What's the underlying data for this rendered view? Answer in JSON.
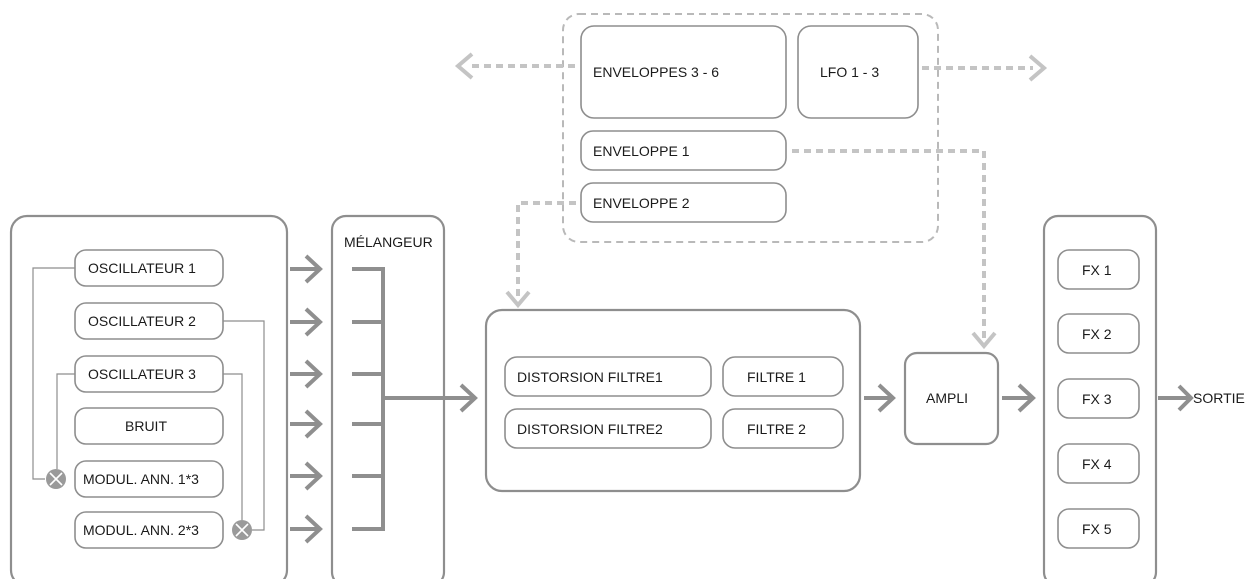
{
  "modules": {
    "envelopes_3_6": "ENVELOPPES 3 - 6",
    "lfo_1_3": "LFO 1 - 3",
    "envelope_1": "ENVELOPPE 1",
    "envelope_2": "ENVELOPPE 2"
  },
  "sources": {
    "osc1": "OSCILLATEUR 1",
    "osc2": "OSCILLATEUR 2",
    "osc3": "OSCILLATEUR 3",
    "noise": "BRUIT",
    "ringmod1": "MODUL. ANN. 1*3",
    "ringmod2": "MODUL. ANN. 2*3"
  },
  "mixer": {
    "title": "MÉLANGEUR"
  },
  "filter_section": {
    "dist1": "DISTORSION FILTRE1",
    "filter1": "FILTRE 1",
    "dist2": "DISTORSION FILTRE2",
    "filter2": "FILTRE 2"
  },
  "amp": {
    "label": "AMPLI"
  },
  "effects": {
    "fx1": "FX 1",
    "fx2": "FX 2",
    "fx3": "FX 3",
    "fx4": "FX 4",
    "fx5": "FX 5"
  },
  "output": {
    "label": "SORTIE"
  },
  "colors": {
    "arrow": "#8f8f8f",
    "dashed": "#c4c4c4",
    "box_border": "#8e8e8e"
  }
}
